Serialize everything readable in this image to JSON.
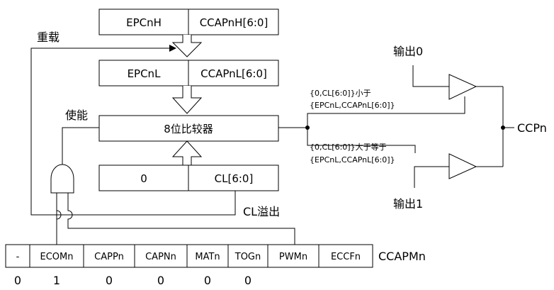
{
  "top_register": {
    "high": "EPCnH",
    "low": "CCAPnH[6:0]"
  },
  "mid_register": {
    "high": "EPCnL",
    "low": "CCAPnL[6:0]"
  },
  "comparator": "8位比较器",
  "counter": {
    "high": "0",
    "low": "CL[6:0]"
  },
  "labels": {
    "reload": "重载",
    "enable": "使能",
    "overflow": "CL溢出",
    "out0": "输出0",
    "out1": "输出1",
    "ccpn": "CCPn",
    "cond_less_1": "{0,CL[6:0]}小于",
    "cond_less_2": "{EPCnL,CCAPnL[6:0]}",
    "cond_ge_1": "{0,CL[6:0]}大于等于",
    "cond_ge_2": "{EPCnL,CCAPnL[6:0]}"
  },
  "ccapmn": {
    "name": "CCAPMn",
    "bits": [
      "-",
      "ECOMn",
      "CAPPn",
      "CAPNn",
      "MATn",
      "TOGn",
      "PWMn",
      "ECCFn"
    ],
    "values": [
      "0",
      "1",
      "0",
      "0",
      "0",
      "0"
    ]
  }
}
